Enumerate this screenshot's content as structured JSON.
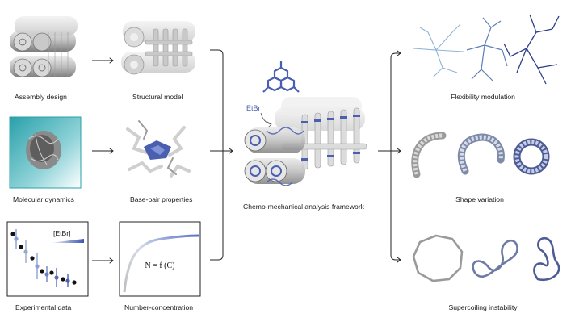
{
  "left_column": [
    {
      "label": "Assembly design"
    },
    {
      "label": "Molecular dynamics"
    },
    {
      "label": "Experimental data",
      "legend": "[EtBr]"
    }
  ],
  "middle_column": [
    {
      "label": "Structural model"
    },
    {
      "label": "Base-pair properties"
    },
    {
      "label": "Number-concentration",
      "equation": "N = f (C)"
    }
  ],
  "center": {
    "label": "Chemo-mechanical analysis framework",
    "ligand_label": "EtBr"
  },
  "right_column": [
    {
      "label": "Flexibility modulation"
    },
    {
      "label": "Shape variation"
    },
    {
      "label": "Supercoiling instability"
    }
  ],
  "colors": {
    "accent_blue": "#4a5fb0",
    "light_blue": "#9fb1e0",
    "cyan": "#3aa7b3",
    "gray": "#bdbdbd"
  }
}
